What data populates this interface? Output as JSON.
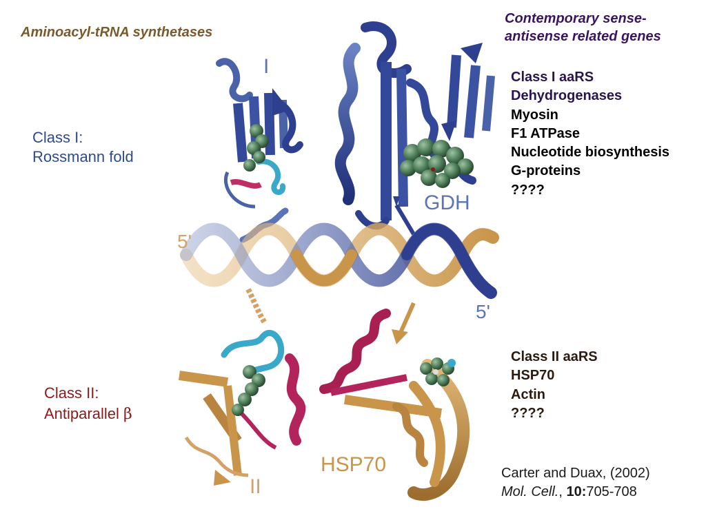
{
  "titles": {
    "left": "Aminoacyl-tRNA synthetases",
    "right_line1": "Contemporary sense-",
    "right_line2": "antisense related genes"
  },
  "classes": {
    "class1_line1": "Class I:",
    "class1_line2": "Rossmann fold",
    "class2_line1": "Class II:",
    "class2_line2": "Antiparallel",
    "class2_symbol": "β"
  },
  "structure_labels": {
    "roman_one": "I",
    "roman_two": "II",
    "gdh": "GDH",
    "hsp70": "HSP70",
    "five_prime_left": "5'",
    "five_prime_right": "5'"
  },
  "class1_related": [
    {
      "text": "Class I aaRS"
    },
    {
      "text": "Dehydrogenases"
    },
    {
      "text": "Myosin"
    },
    {
      "text": "F1 ATPase"
    },
    {
      "text": "Nucleotide biosynthesis"
    },
    {
      "text": "G-proteins"
    },
    {
      "text": "????"
    }
  ],
  "class2_related": [
    {
      "text": "Class II aaRS"
    },
    {
      "text": "HSP70"
    },
    {
      "text": "Actin"
    },
    {
      "text": "????"
    }
  ],
  "citation": {
    "authors": "Carter and Duax, (2002)",
    "journal": "Mol. Cell.",
    "separator": ", ",
    "volume": "10:",
    "pages": "705-708"
  },
  "colors": {
    "brown_title": "#7a5a2c",
    "purple_title": "#3a1460",
    "class1_blue": "#2e4a8c",
    "class2_red": "#8a1a1a",
    "dehydro_purple": "#2a1450",
    "protein_blue": "#2e3f8f",
    "protein_blue_light": "#5b74b8",
    "gold": "#c9954a",
    "magenta": "#b3245c",
    "cyan": "#3aa9c9",
    "ligand_green": "#4f7f5a"
  }
}
